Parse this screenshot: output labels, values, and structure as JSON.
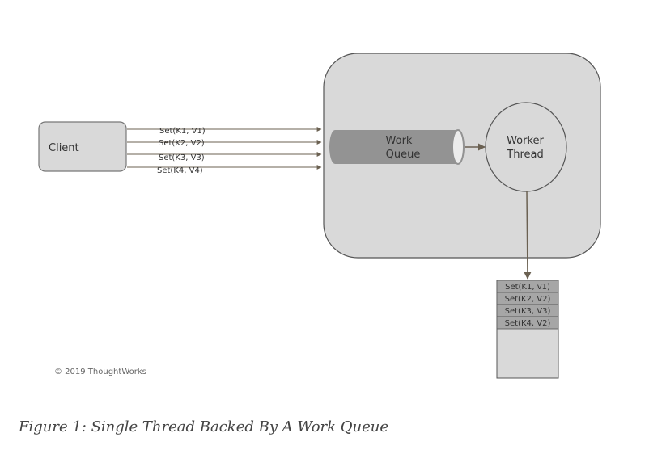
{
  "diagram": {
    "client_label": "Client",
    "requests": [
      "Set(K1, V1)",
      "Set(K2, V2)",
      "Set(K3, V3)",
      "Set(K4, V4)"
    ],
    "queue_label": [
      "Work",
      "Queue"
    ],
    "worker_label": [
      "Worker",
      "Thread"
    ],
    "store_entries": [
      "Set(K1, v1)",
      "Set(K2, V2)",
      "Set(K3, V3)",
      "Set(K4, V2)"
    ],
    "copyright": "© 2019 ThoughtWorks",
    "colors": {
      "box_fill": "#d9d9d9",
      "queue_fill": "#939393",
      "arrow": "#6b6152",
      "store_row_fill": "#a6a6a6"
    }
  },
  "caption": "Figure 1: Single Thread Backed By A Work Queue"
}
